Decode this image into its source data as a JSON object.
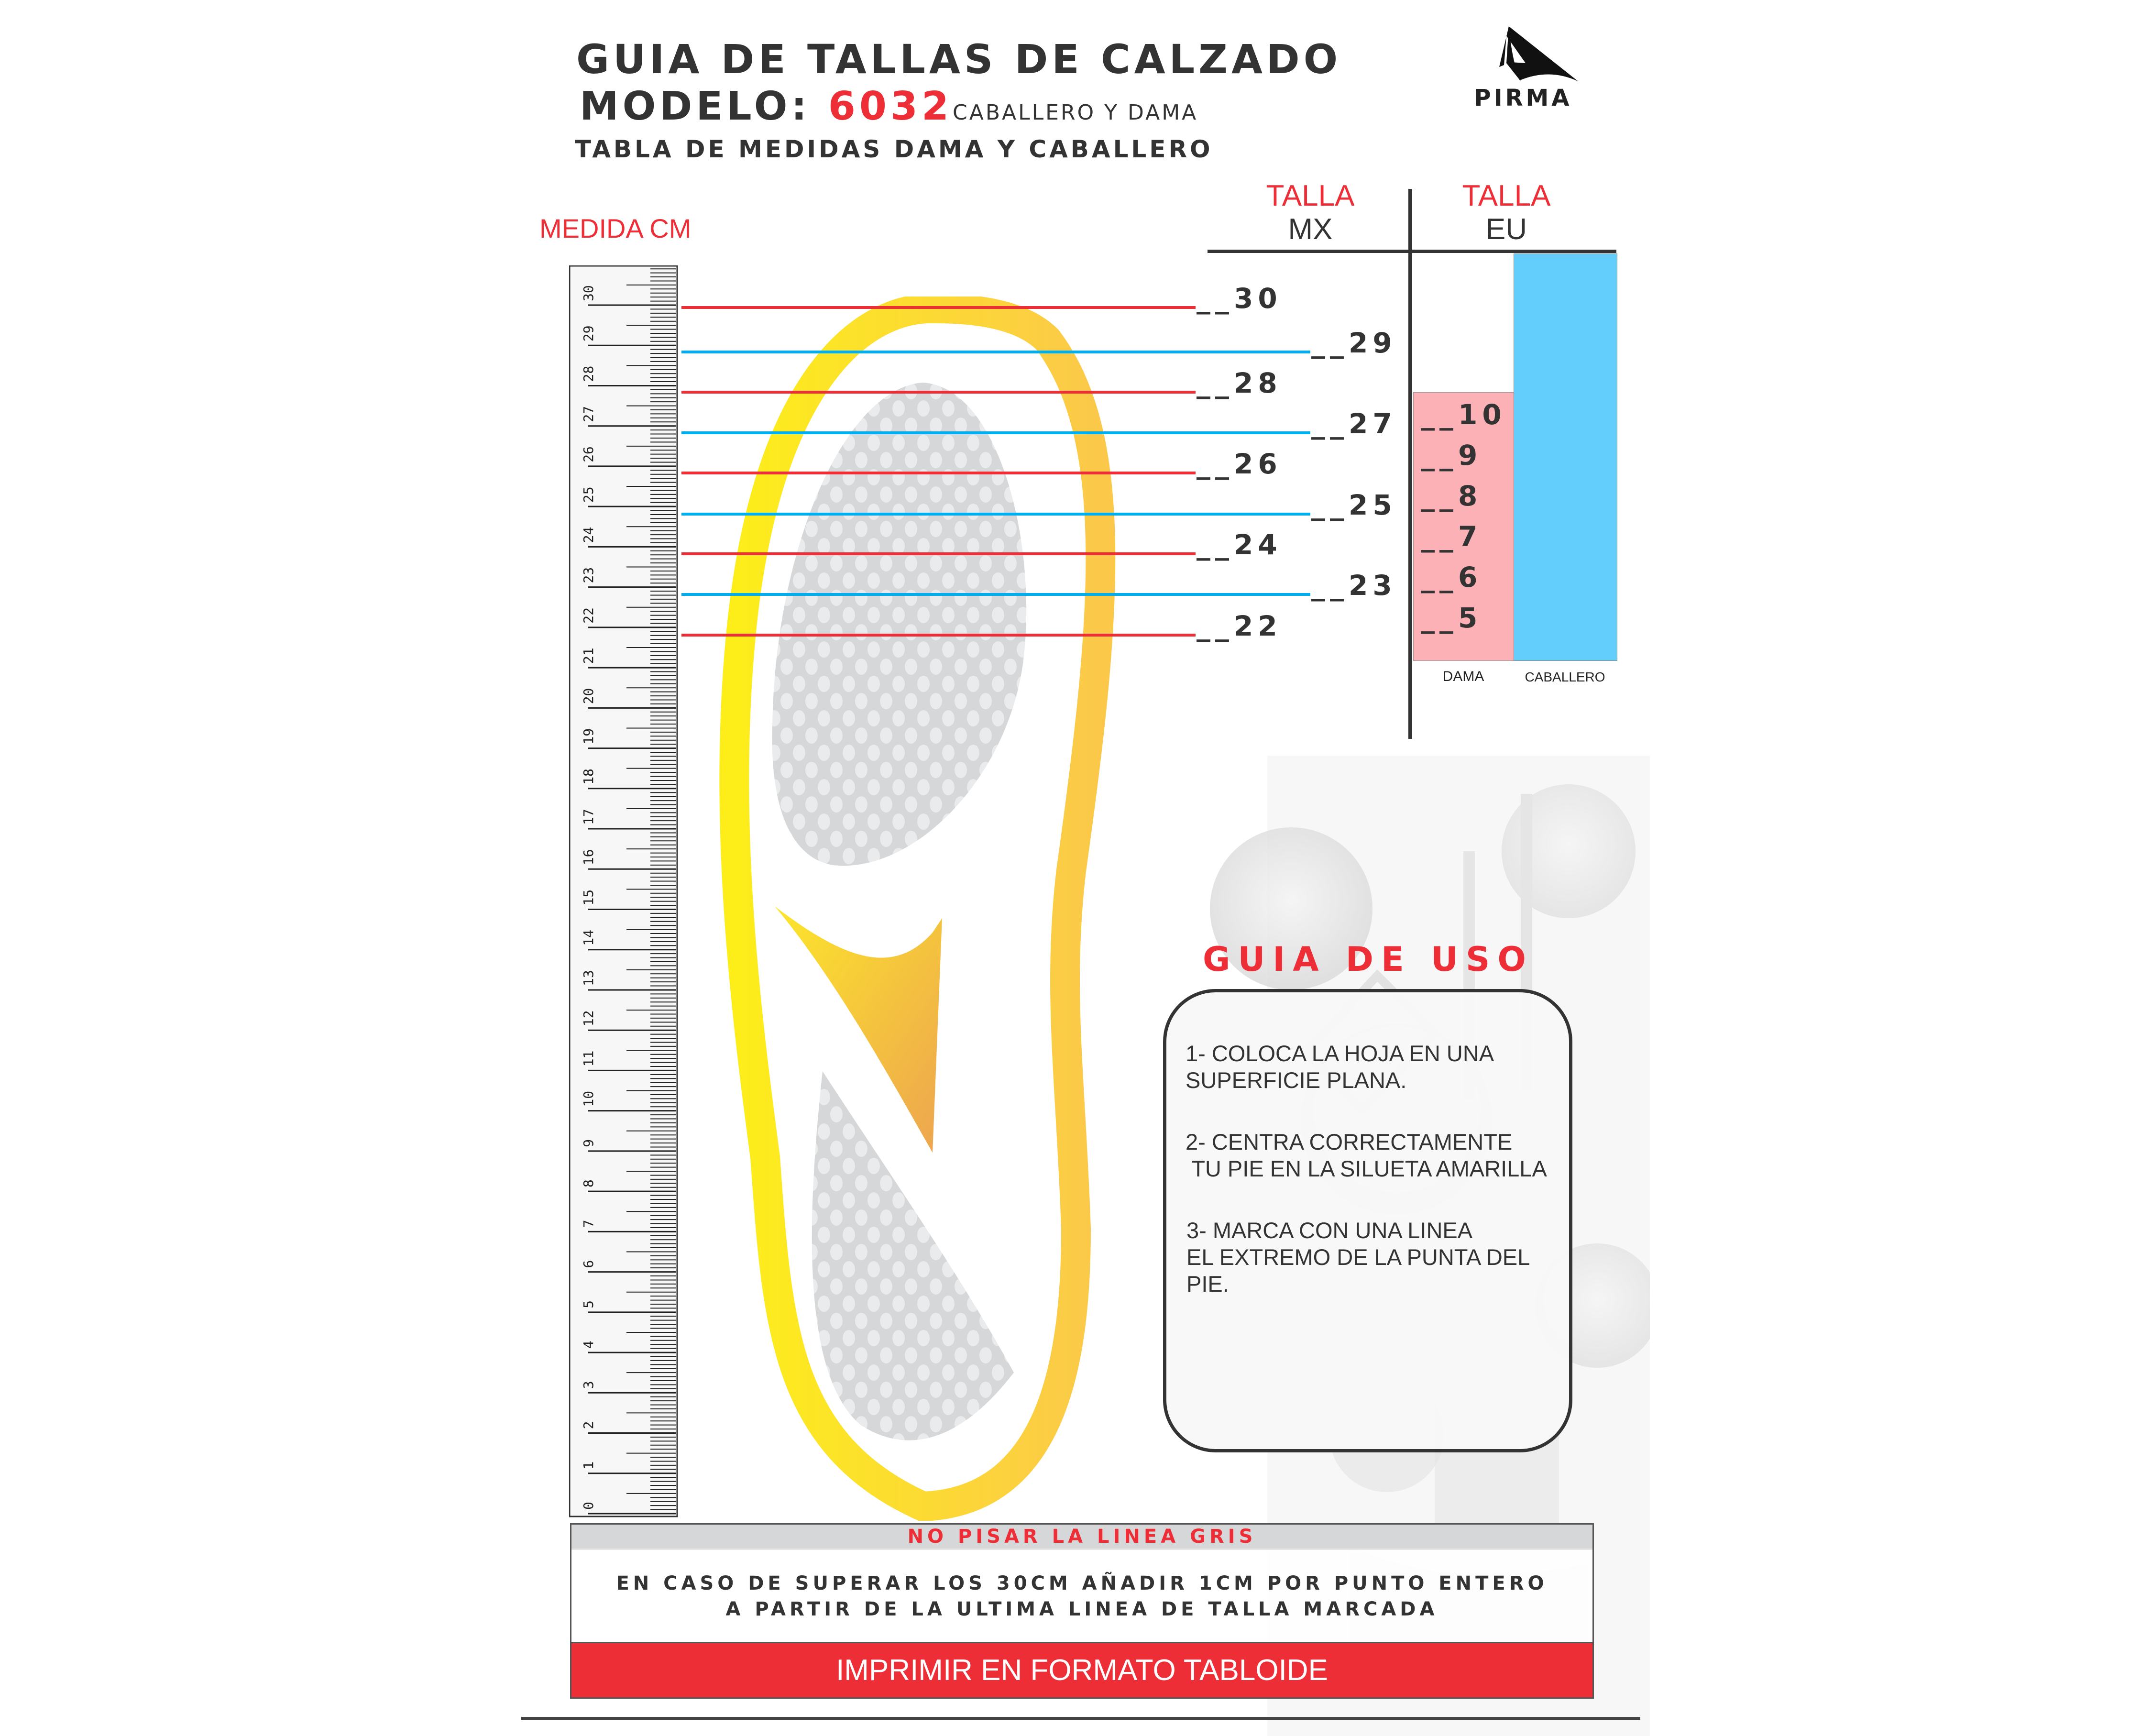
{
  "header": {
    "title": "GUIA DE TALLAS DE CALZADO",
    "model_label": "MODELO:",
    "model_number": "6032",
    "model_suffix": "CABALLERO Y DAMA",
    "subtitle": "TABLA DE MEDIDAS DAMA Y CABALLERO",
    "brand": "PIRMA"
  },
  "ruler": {
    "label": "MEDIDA CM",
    "ticks": [
      "0",
      "1",
      "2",
      "3",
      "4",
      "5",
      "6",
      "7",
      "8",
      "9",
      "10",
      "11",
      "12",
      "13",
      "14",
      "15",
      "16",
      "17",
      "18",
      "19",
      "20",
      "21",
      "22",
      "23",
      "24",
      "25",
      "26",
      "27",
      "28",
      "29",
      "30"
    ]
  },
  "size_table": {
    "mx_header": {
      "line1": "TALLA",
      "line2": "MX"
    },
    "eu_header": {
      "line1": "TALLA",
      "line2": "EU"
    },
    "mx_sizes": [
      {
        "cm": 30,
        "label": "__30",
        "line_color": "#ee2e37"
      },
      {
        "cm": 29,
        "label": "__29",
        "line_color": "#00aeef"
      },
      {
        "cm": 28,
        "label": "__28",
        "line_color": "#ee2e37"
      },
      {
        "cm": 27,
        "label": "__27",
        "line_color": "#00aeef"
      },
      {
        "cm": 26,
        "label": "__26",
        "line_color": "#ee2e37"
      },
      {
        "cm": 25,
        "label": "__25",
        "line_color": "#00aeef"
      },
      {
        "cm": 24,
        "label": "__24",
        "line_color": "#ee2e37"
      },
      {
        "cm": 23,
        "label": "__23",
        "line_color": "#00aeef"
      },
      {
        "cm": 22,
        "label": "__22",
        "line_color": "#ee2e37"
      }
    ],
    "dama_sizes": [
      "__10",
      "__9",
      "__8",
      "__7",
      "__6",
      "__5"
    ],
    "dama_label": "DAMA",
    "caballero_label": "CABALLERO",
    "dama_color": "#fbb1b6",
    "caballero_color": "#63cdfb"
  },
  "guide": {
    "title": "GUIA DE USO",
    "steps": [
      "1- COLOCA LA HOJA EN UNA\nSUPERFICIE PLANA.",
      "2- CENTRA CORRECTAMENTE\n TU PIE EN LA SILUETA AMARILLA",
      "3- MARCA CON UNA LINEA\nEL EXTREMO DE LA PUNTA DEL\nPIE."
    ]
  },
  "footer": {
    "warning": "NO PISAR LA LINEA GRIS",
    "note_line1": "EN CASO DE SUPERAR LOS 30CM AÑADIR 1CM POR PUNTO ENTERO",
    "note_line2": "A PARTIR DE LA ULTIMA LINEA DE TALLA MARCADA",
    "print_label": "IMPRIMIR EN FORMATO TABLOIDE"
  },
  "colors": {
    "accent_red": "#ee2e37",
    "accent_blue": "#00aeef",
    "text_dark": "#333333",
    "silhouette_yellow": "#fde91f",
    "silhouette_orange": "#f6b748"
  }
}
